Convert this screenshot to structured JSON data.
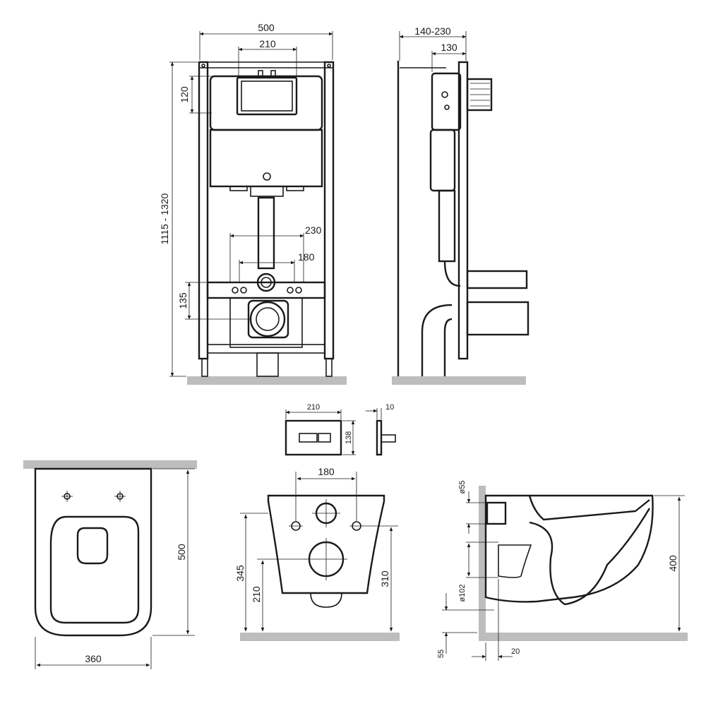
{
  "colors": {
    "line": "#1a1a1a",
    "floor": "#bdbdbd",
    "background": "#ffffff"
  },
  "frame_front": {
    "width": "500",
    "cistern_width": "210",
    "top_offset": "120",
    "height_range": "1115 - 1320",
    "pipe_spacing": "230",
    "stud_spacing": "180",
    "outlet_height": "135"
  },
  "frame_side": {
    "depth_range": "140-230",
    "depth": "130"
  },
  "flush_plate": {
    "width": "210",
    "height": "138",
    "thickness": "10"
  },
  "bowl_top": {
    "length": "500",
    "width": "360"
  },
  "bowl_rear": {
    "stud_spacing": "180",
    "inlet_height": "345",
    "outlet_height": "210",
    "rim_height": "310"
  },
  "bowl_side": {
    "inlet_diameter": "ø55",
    "outlet_diameter": "ø102",
    "height": "400",
    "floor_gap": "55",
    "wall_gap": "20"
  }
}
